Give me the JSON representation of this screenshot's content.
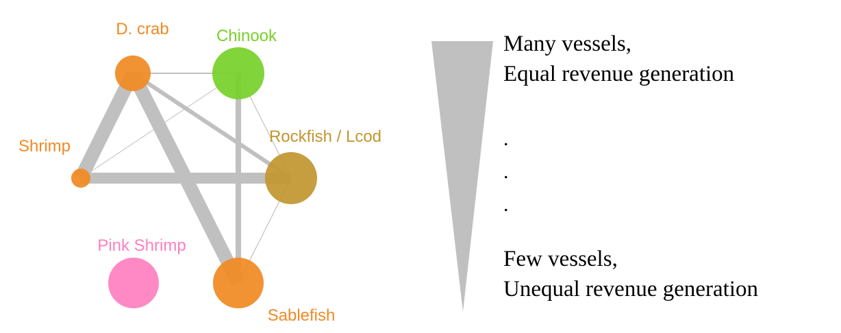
{
  "nodes": [
    {
      "id": "dcrab",
      "label": "D. crab",
      "color": "#f08a24"
    },
    {
      "id": "chinook",
      "label": "Chinook",
      "color": "#77d12a"
    },
    {
      "id": "rockfish",
      "label": "Rockfish / Lcod",
      "color": "#c29630"
    },
    {
      "id": "shrimp",
      "label": "Shrimp",
      "color": "#f08a24"
    },
    {
      "id": "pinkshrimp",
      "label": "Pink Shrimp",
      "color": "#ff80c0"
    },
    {
      "id": "sablefish",
      "label": "Sablefish",
      "color": "#f08a24"
    }
  ],
  "edge_color": "#c0c0c0",
  "legend": {
    "top_line1": "Many vessels,",
    "top_line2": "Equal revenue generation",
    "dots": [
      ".",
      ".",
      "."
    ],
    "bottom_line1": "Few vessels,",
    "bottom_line2": "Unequal revenue generation",
    "wedge_color": "#c0c0c0"
  }
}
